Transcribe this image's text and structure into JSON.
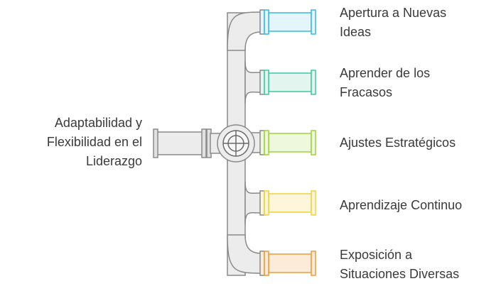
{
  "center": {
    "lines": [
      "Adaptabilidad y",
      "Flexibilidad en el",
      "Liderazgo"
    ]
  },
  "branches": [
    {
      "lines": [
        "Apertura a Nuevas",
        "Ideas"
      ],
      "color": "#38b6e8",
      "fill": "#e4f5fc",
      "icon": "pipe-outlet-icon"
    },
    {
      "lines": [
        "Aprender de los",
        "Fracasos"
      ],
      "color": "#3fc9a0",
      "fill": "#e2f6ef",
      "icon": "pipe-outlet-icon"
    },
    {
      "lines": [
        "Ajustes Estratégicos"
      ],
      "color": "#9ed23a",
      "fill": "#eef8dd",
      "icon": "pipe-outlet-icon"
    },
    {
      "lines": [
        "Aprendizaje Continuo"
      ],
      "color": "#f0d23c",
      "fill": "#fdf6da",
      "icon": "pipe-outlet-icon"
    },
    {
      "lines": [
        "Exposición a",
        "Situaciones Diversas"
      ],
      "color": "#ee9a3c",
      "fill": "#fcebd9",
      "icon": "pipe-outlet-icon"
    }
  ],
  "hub": {
    "icon": "valve-wheel-icon"
  }
}
